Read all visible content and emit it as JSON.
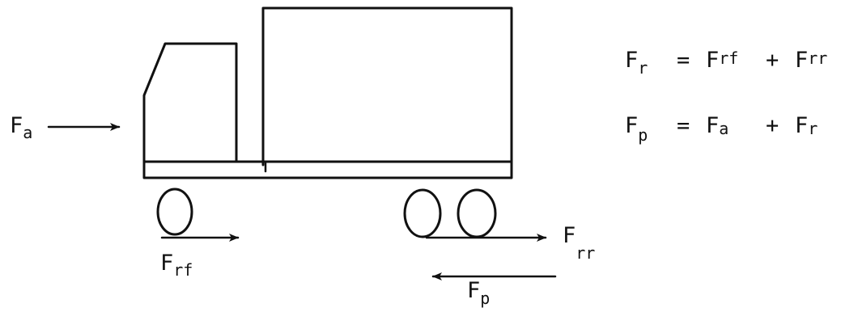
{
  "labels": {
    "force_a": {
      "main": "F",
      "sub": "a"
    },
    "force_rf": {
      "main": "F",
      "sub": "rf"
    },
    "force_rr": {
      "main": "F",
      "sub": "rr"
    },
    "force_p": {
      "main": "F",
      "sub": "p"
    }
  },
  "equations": {
    "eq1": {
      "lhs": {
        "main": "F",
        "sub": "r"
      },
      "op1": "=",
      "t1": {
        "main": "F",
        "sub": "rf"
      },
      "op2": "+",
      "t2": {
        "main": "F",
        "sub": "rr"
      }
    },
    "eq2": {
      "lhs": {
        "main": "F",
        "sub": "p"
      },
      "op1": "=",
      "t1": {
        "main": "F",
        "sub": "a"
      },
      "op2": "+",
      "t2": {
        "main": "F",
        "sub": "r"
      }
    }
  }
}
